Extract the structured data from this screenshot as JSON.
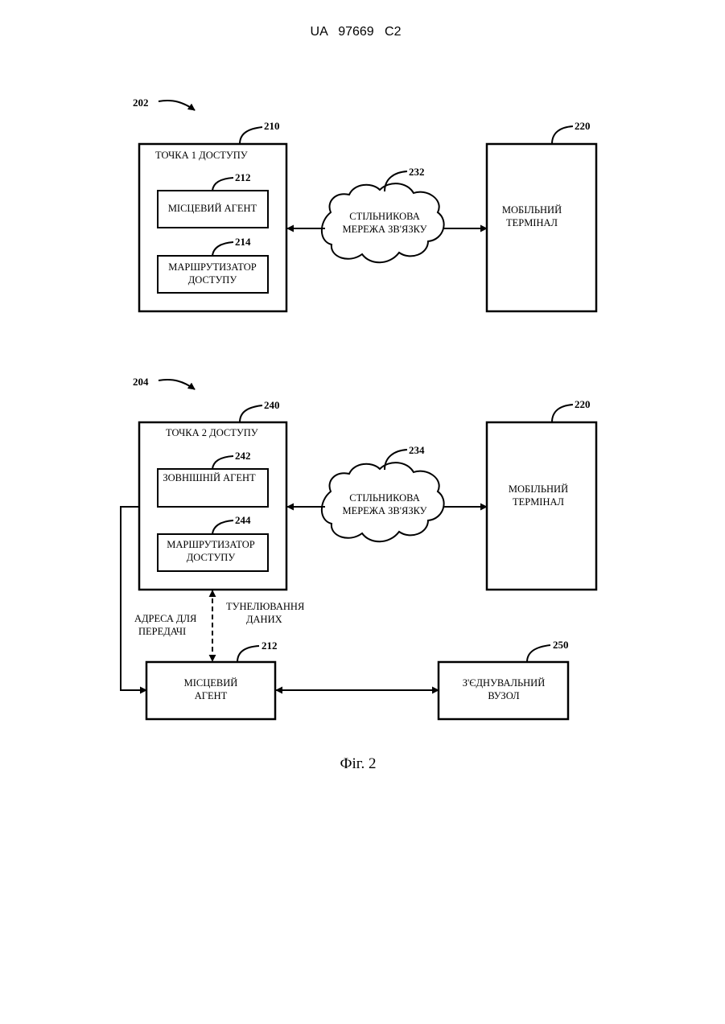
{
  "header": {
    "patent_number": "UA   97669   C2"
  },
  "diagram1": {
    "ref": "202",
    "access_point": {
      "ref": "210",
      "title": "ТОЧКА 1 ДОСТУПУ"
    },
    "agent": {
      "ref": "212",
      "label": "МІСЦЕВИЙ АГЕНТ"
    },
    "router": {
      "ref": "214",
      "line1": "МАРШРУТИЗАТОР",
      "line2": "ДОСТУПУ"
    },
    "network": {
      "ref": "232",
      "line1": "СТІЛЬНИКОВА",
      "line2": "МЕРЕЖА ЗВ'ЯЗКУ"
    },
    "terminal": {
      "ref": "220",
      "line1": "МОБІЛЬНИЙ",
      "line2": "ТЕРМІНАЛ"
    }
  },
  "diagram2": {
    "ref": "204",
    "access_point": {
      "ref": "240",
      "title": "ТОЧКА 2 ДОСТУПУ"
    },
    "agent": {
      "ref": "242",
      "label": "ЗОВНІШНІЙ АГЕНТ"
    },
    "router": {
      "ref": "244",
      "line1": "МАРШРУТИЗАТОР",
      "line2": "ДОСТУПУ"
    },
    "network": {
      "ref": "234",
      "line1": "СТІЛЬНИКОВА",
      "line2": "МЕРЕЖА ЗВ'ЯЗКУ"
    },
    "terminal": {
      "ref": "220",
      "line1": "МОБІЛЬНИЙ",
      "line2": "ТЕРМІНАЛ"
    },
    "forward_address": {
      "line1": "АДРЕСА ДЛЯ",
      "line2": "ПЕРЕДАЧІ"
    },
    "tunneling": {
      "line1": "ТУНЕЛЮВАННЯ",
      "line2": "ДАНИХ"
    },
    "home_agent": {
      "ref": "212",
      "line1": "МІСЦЕВИЙ",
      "line2": "АГЕНТ"
    },
    "correspondent_node": {
      "ref": "250",
      "line1": "З'ЄДНУВАЛЬНИЙ",
      "line2": "ВУЗОЛ"
    }
  },
  "caption": "Фіг. 2"
}
